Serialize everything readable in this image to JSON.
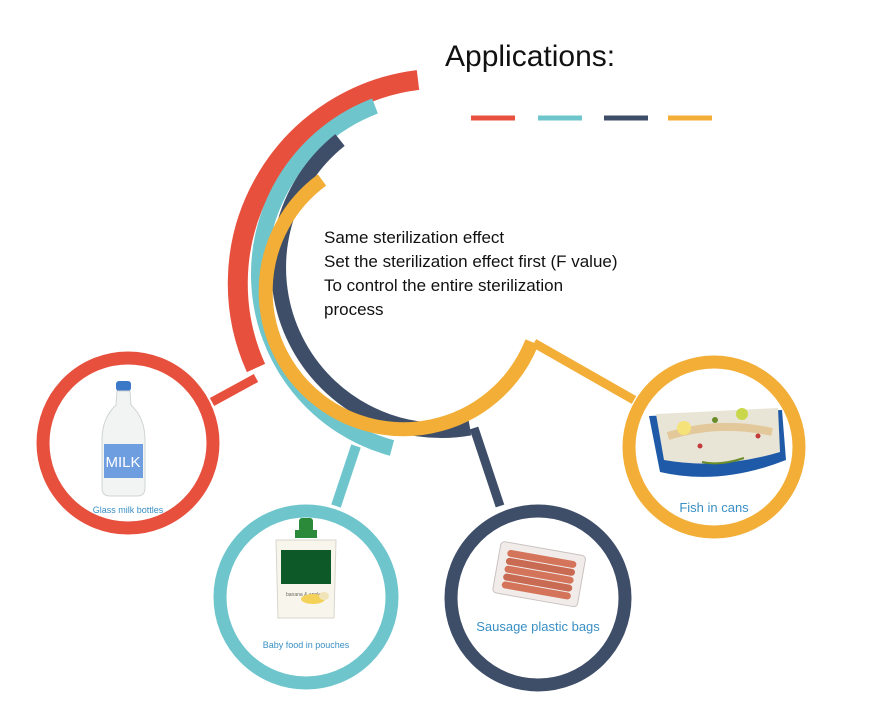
{
  "title": "Applications:",
  "colors": {
    "red": "#e8503e",
    "teal": "#6ec5cc",
    "navy": "#3f4e68",
    "orange": "#f2ae36",
    "label_blue": "#3a8fc4"
  },
  "description": {
    "line1": "Same sterilization effect",
    "line2": "Set the sterilization effect first (F value)",
    "line3": "To control the entire sterilization",
    "line4": "process"
  },
  "applications": [
    {
      "label": "Glass milk bottles",
      "color": "red",
      "image": "milk-bottle",
      "bottle_text": "MILK"
    },
    {
      "label": "Baby food in pouches",
      "color": "teal",
      "image": "baby-food-pouch",
      "pouch_text": "banana & apple"
    },
    {
      "label": "Sausage plastic bags",
      "color": "navy",
      "image": "sausage-pack"
    },
    {
      "label": "Fish in cans",
      "color": "orange",
      "image": "fish-can"
    }
  ]
}
